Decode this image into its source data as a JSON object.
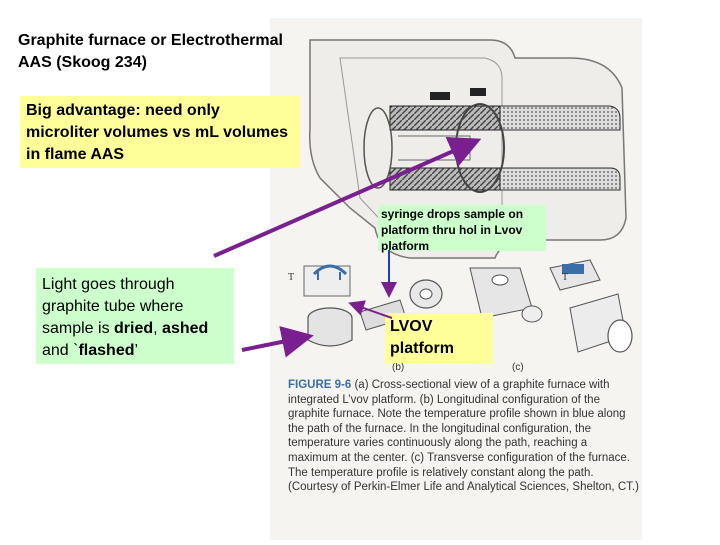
{
  "title": "Graphite furnace or Electrothermal AAS (Skoog 234)",
  "callouts": {
    "advantage": "Big advantage: need only microliter volumes vs mL volumes in flame AAS",
    "light": {
      "pre": "Light goes through graphite tube where sample is ",
      "dried": "dried",
      "sep1": ", ",
      "ashed": "ashed",
      "sep2": " and `",
      "flashed": "flashed",
      "post": "’"
    },
    "syringe": "syringe drops sample on platform thru  hol in Lvov platform",
    "lvov": "LVOV platform"
  },
  "figure": {
    "label_b": "(b)",
    "label_c": "(c)",
    "caption_label": "FIGURE 9-6",
    "caption_text": "(a) Cross-sectional view of a graphite furnace with integrated L’vov platform. (b) Longitudinal configuration of the graphite furnace. Note the temperature profile shown in blue along the path of the furnace. In the longitudinal configuration, the temperature varies continuously along the path, reaching a maximum at the center. (c) Transverse configuration of the furnace. The temperature profile is relatively constant along the path. (Courtesy of Perkin-Elmer Life and Analytical Sciences, Shelton, CT.)"
  },
  "colors": {
    "arrow": "#7a1f8f",
    "yellow_box": "#ffff99",
    "green_box": "#ccffcc"
  }
}
